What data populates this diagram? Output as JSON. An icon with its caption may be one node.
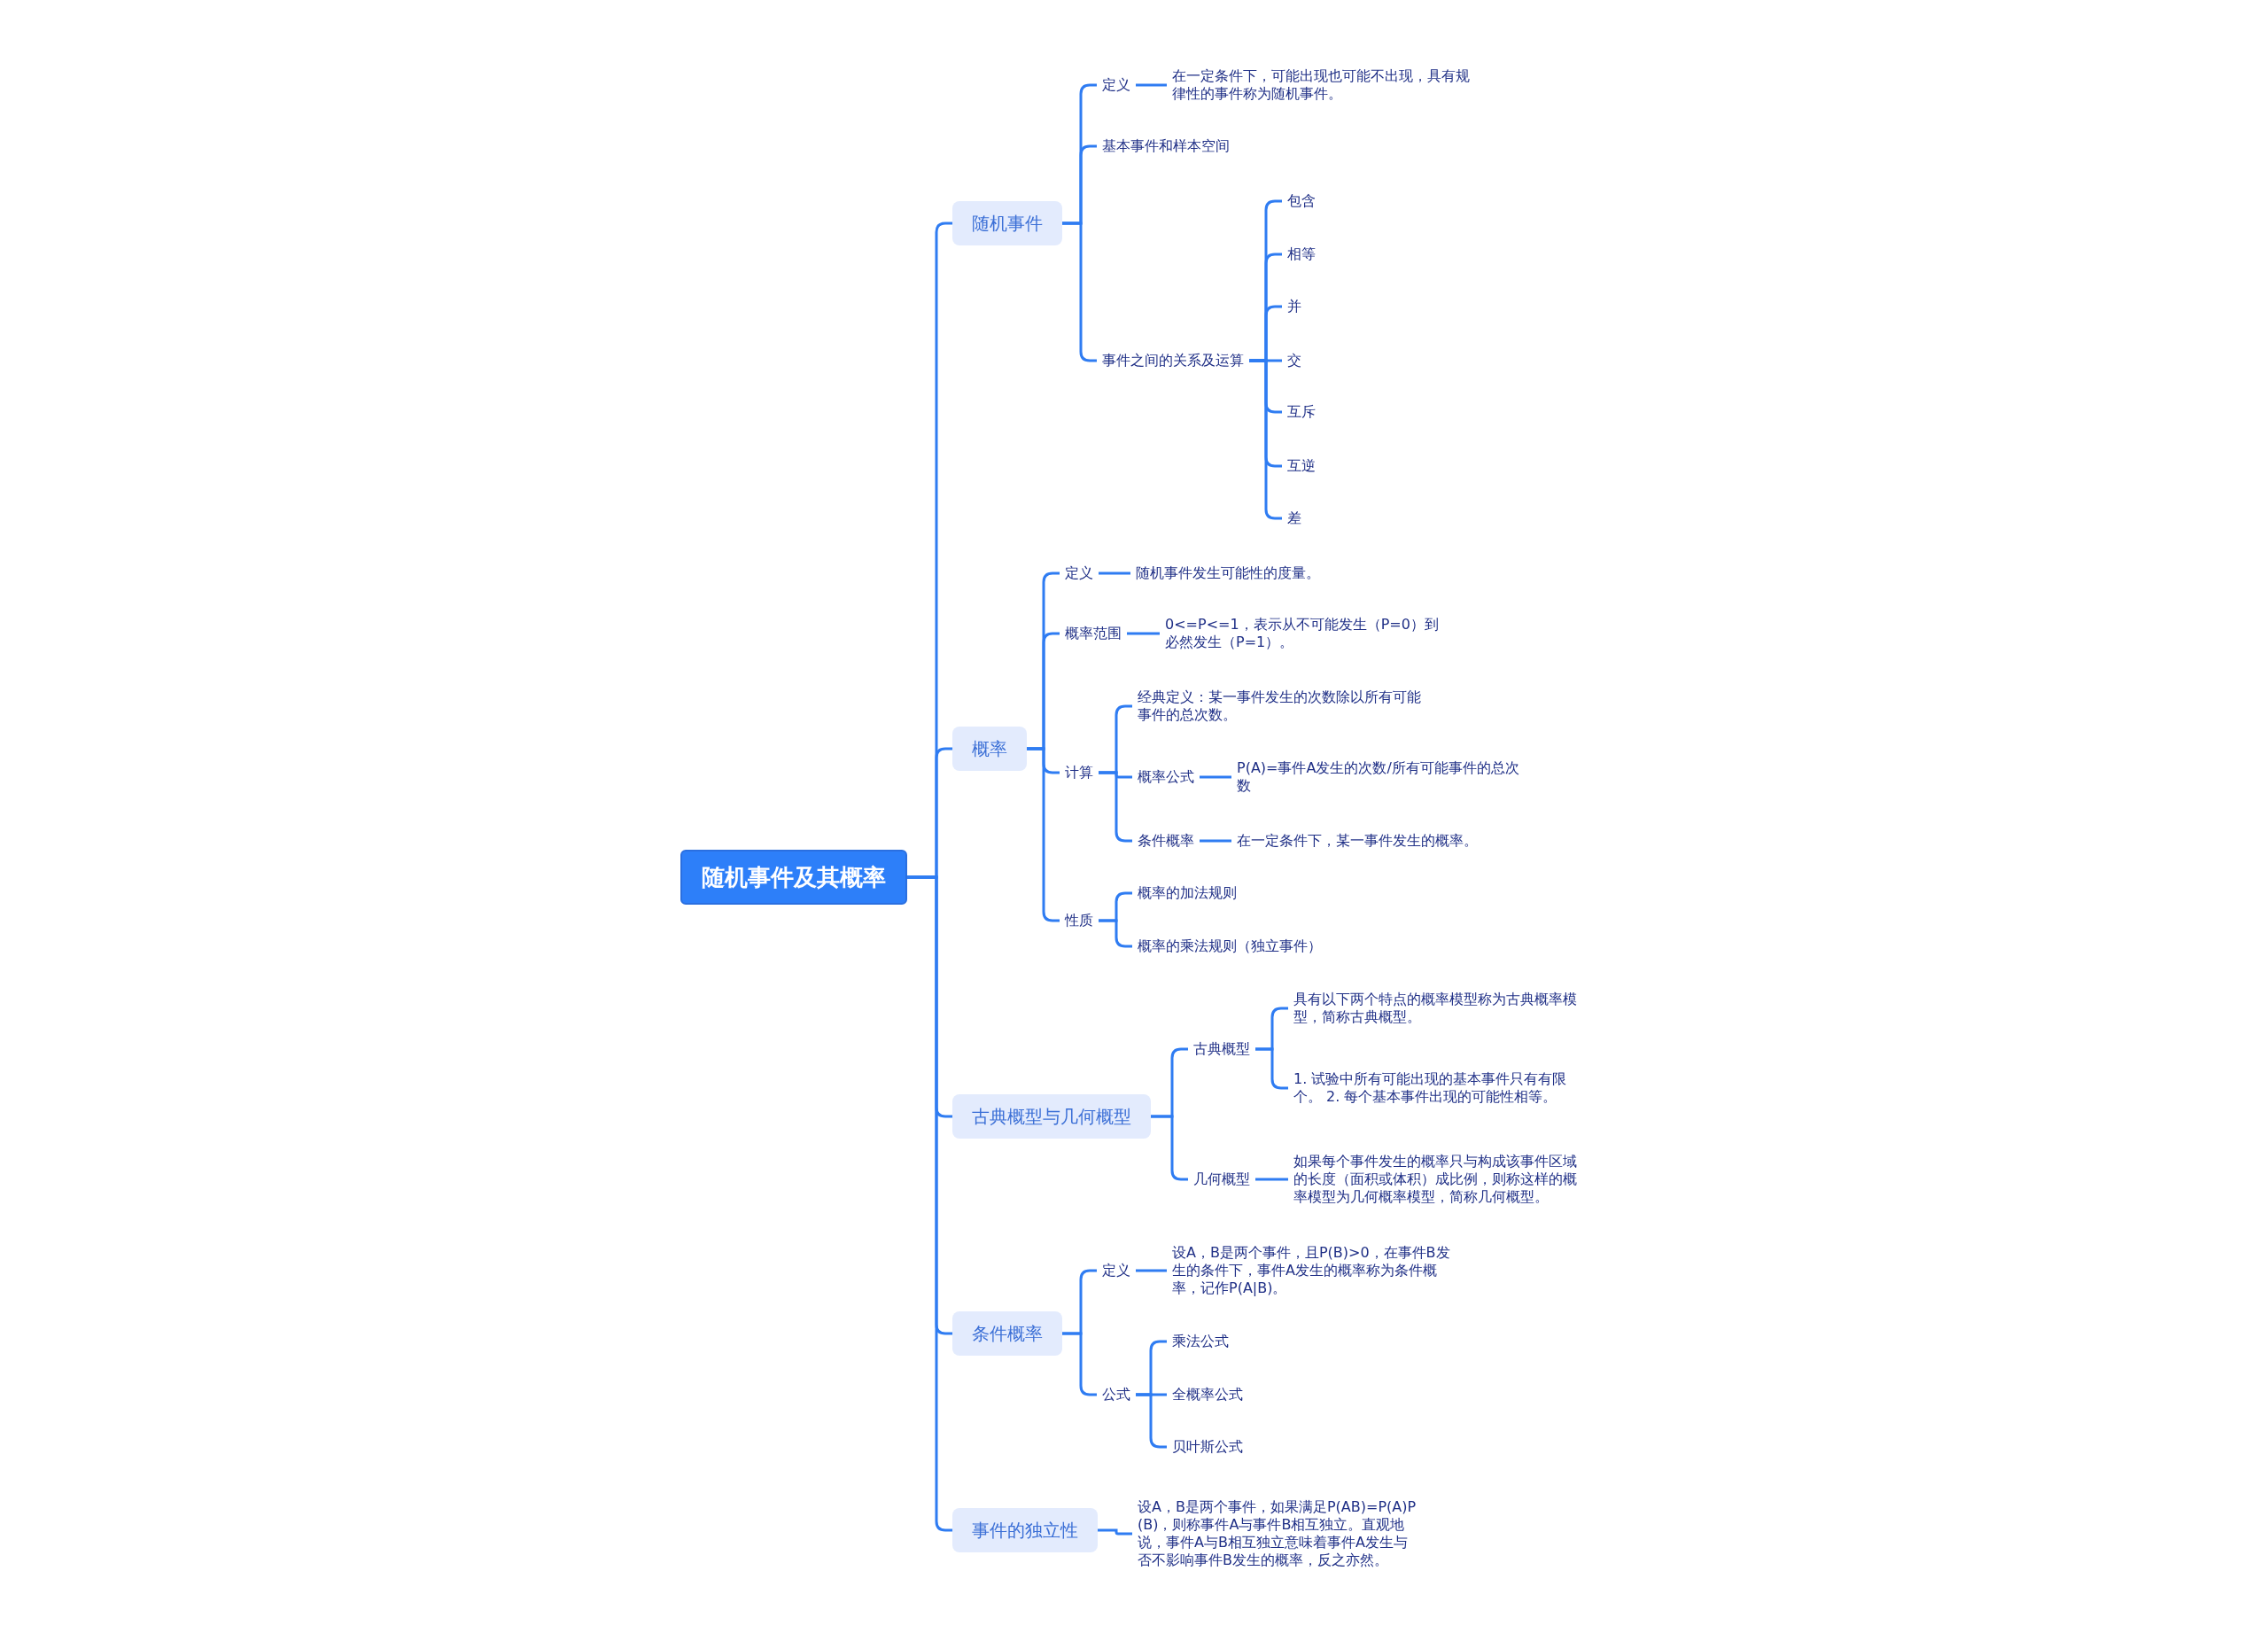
{
  "diagram": {
    "nodes": [
      {
        "text": [
          "随机事件及其概率"
        ]
      },
      {
        "text": [
          "随机事件"
        ]
      },
      {
        "text": [
          "定义"
        ]
      },
      {
        "text": [
          "在一定条件下，可能出现也可能不出现，具有规律性的事件称为随机事件。"
        ]
      },
      {
        "text": [
          "基本事件和样本空间"
        ]
      },
      {
        "text": [
          "事件之间的关系及运算"
        ]
      },
      {
        "text": [
          "包含"
        ]
      },
      {
        "text": [
          "相等"
        ]
      },
      {
        "text": [
          "并"
        ]
      },
      {
        "text": [
          "交"
        ]
      },
      {
        "text": [
          "互斥"
        ]
      },
      {
        "text": [
          "互逆"
        ]
      },
      {
        "text": [
          "差"
        ]
      },
      {
        "text": [
          "概率"
        ]
      },
      {
        "text": [
          "定义"
        ]
      },
      {
        "text": [
          "随机事件发生可能性的度量。"
        ]
      },
      {
        "text": [
          "概率范围"
        ]
      },
      {
        "text": [
          "0<=P<=1，表示从不可能发生（P=0）到必然发生（P=1）。"
        ]
      },
      {
        "text": [
          "计算"
        ]
      },
      {
        "text": [
          "经典定义：某一事件发生的次数除以所有可能事件的总次数。"
        ]
      },
      {
        "text": [
          "概率公式"
        ]
      },
      {
        "text": [
          "P(A)=事件A发生的次数/所有可能事件的总次数"
        ]
      },
      {
        "text": [
          "条件概率"
        ]
      },
      {
        "text": [
          "在一定条件下，某一事件发生的概率。"
        ]
      },
      {
        "text": [
          "性质"
        ]
      },
      {
        "text": [
          "概率的加法规则"
        ]
      },
      {
        "text": [
          "概率的乘法规则（独立事件）"
        ]
      },
      {
        "text": [
          "古典概型与几何概型"
        ]
      },
      {
        "text": [
          "古典概型"
        ]
      },
      {
        "text": [
          "具有以下两个特点的概率模型称为古典概率模型，简称古典概型。"
        ]
      },
      {
        "text": [
          "1. 试验中所有可能出现的基本事件只有有限个。 2. 每个基本事件出现的可能性相等。"
        ]
      },
      {
        "text": [
          "几何概型"
        ]
      },
      {
        "text": [
          "如果每个事件发生的概率只与构成该事件区域的长度（面积或体积）成比例，则称这样的概率模型为几何概率模型，简称几何概型。"
        ]
      },
      {
        "text": [
          "条件概率"
        ]
      },
      {
        "text": [
          "定义"
        ]
      },
      {
        "text": [
          "设A，B是两个事件，且P(B)>0，在事件B发生的条件下，事件A发生的概率称为条件概率，记作P(A|B)。"
        ]
      },
      {
        "text": [
          "公式"
        ]
      },
      {
        "text": [
          "乘法公式"
        ]
      },
      {
        "text": [
          "全概率公式"
        ]
      },
      {
        "text": [
          "贝叶斯公式"
        ]
      },
      {
        "text": [
          "事件的独立性"
        ]
      },
      {
        "text": [
          "设A，B是两个事件，如果满足P(AB)=P(A)P(B)，则称事件A与事件B相互独立。直观地说，事件A与B相互独立意味着事件A发生与否不影响事件B发生的概率，反之亦然。"
        ]
      }
    ],
    "edges": [
      {
        "from": 0,
        "to": 1,
        "arrow": "none"
      },
      {
        "from": 0,
        "to": 13,
        "arrow": "none"
      },
      {
        "from": 0,
        "to": 27,
        "arrow": "none"
      },
      {
        "from": 0,
        "to": 33,
        "arrow": "none"
      },
      {
        "from": 0,
        "to": 40,
        "arrow": "none"
      },
      {
        "from": 1,
        "to": 2,
        "arrow": "none"
      },
      {
        "from": 2,
        "to": 3,
        "arrow": "none"
      },
      {
        "from": 1,
        "to": 4,
        "arrow": "none"
      },
      {
        "from": 1,
        "to": 5,
        "arrow": "none"
      },
      {
        "from": 5,
        "to": 6,
        "arrow": "none"
      },
      {
        "from": 5,
        "to": 7,
        "arrow": "none"
      },
      {
        "from": 5,
        "to": 8,
        "arrow": "none"
      },
      {
        "from": 5,
        "to": 9,
        "arrow": "none"
      },
      {
        "from": 5,
        "to": 10,
        "arrow": "none"
      },
      {
        "from": 5,
        "to": 11,
        "arrow": "none"
      },
      {
        "from": 5,
        "to": 12,
        "arrow": "none"
      },
      {
        "from": 13,
        "to": 14,
        "arrow": "none"
      },
      {
        "from": 14,
        "to": 15,
        "arrow": "none"
      },
      {
        "from": 13,
        "to": 16,
        "arrow": "none"
      },
      {
        "from": 16,
        "to": 17,
        "arrow": "none"
      },
      {
        "from": 13,
        "to": 18,
        "arrow": "none"
      },
      {
        "from": 18,
        "to": 19,
        "arrow": "none"
      },
      {
        "from": 18,
        "to": 20,
        "arrow": "none"
      },
      {
        "from": 20,
        "to": 21,
        "arrow": "none"
      },
      {
        "from": 18,
        "to": 22,
        "arrow": "none"
      },
      {
        "from": 22,
        "to": 23,
        "arrow": "none"
      },
      {
        "from": 13,
        "to": 24,
        "arrow": "none"
      },
      {
        "from": 24,
        "to": 25,
        "arrow": "none"
      },
      {
        "from": 24,
        "to": 26,
        "arrow": "none"
      },
      {
        "from": 27,
        "to": 28,
        "arrow": "none"
      },
      {
        "from": 28,
        "to": 29,
        "arrow": "none"
      },
      {
        "from": 28,
        "to": 30,
        "arrow": "none"
      },
      {
        "from": 27,
        "to": 31,
        "arrow": "none"
      },
      {
        "from": 31,
        "to": 32,
        "arrow": "none"
      },
      {
        "from": 33,
        "to": 34,
        "arrow": "none"
      },
      {
        "from": 34,
        "to": 35,
        "arrow": "none"
      },
      {
        "from": 33,
        "to": 36,
        "arrow": "none"
      },
      {
        "from": 36,
        "to": 37,
        "arrow": "none"
      },
      {
        "from": 36,
        "to": 38,
        "arrow": "none"
      },
      {
        "from": 36,
        "to": 39,
        "arrow": "none"
      },
      {
        "from": 40,
        "to": 41,
        "arrow": "none"
      }
    ]
  }
}
